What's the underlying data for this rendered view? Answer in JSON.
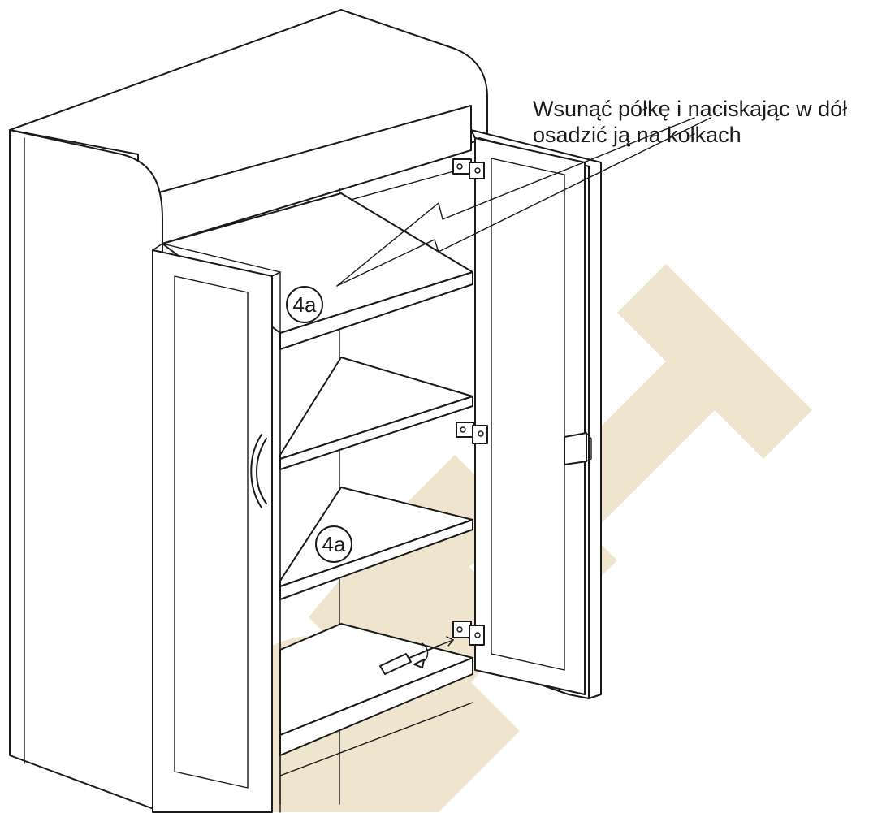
{
  "instruction": {
    "line1": "Wsunąć półkę i naciskając w dół",
    "line2": "osadzić ją na kołkach"
  },
  "callouts": {
    "upper_shelf": "4a",
    "lower_shelf": "4a"
  },
  "watermark": {
    "color": "#efe4cd"
  }
}
